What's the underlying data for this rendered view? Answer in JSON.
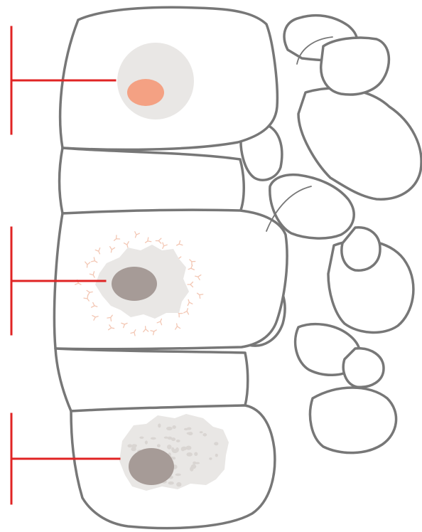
{
  "colors": {
    "outline": "#777777",
    "bone_fill": "#ffffff",
    "leader_line": "#e02424",
    "halo": "#e9e7e5",
    "lesion_core_active": "#f4a183",
    "lesion_core_dark": "#a69b97",
    "antibody": "#f3c7b4",
    "stipple": "#d9d5d2"
  },
  "labels": [
    {
      "id": "top",
      "text": ""
    },
    {
      "id": "middle",
      "text": ""
    },
    {
      "id": "bottom",
      "text": ""
    }
  ]
}
